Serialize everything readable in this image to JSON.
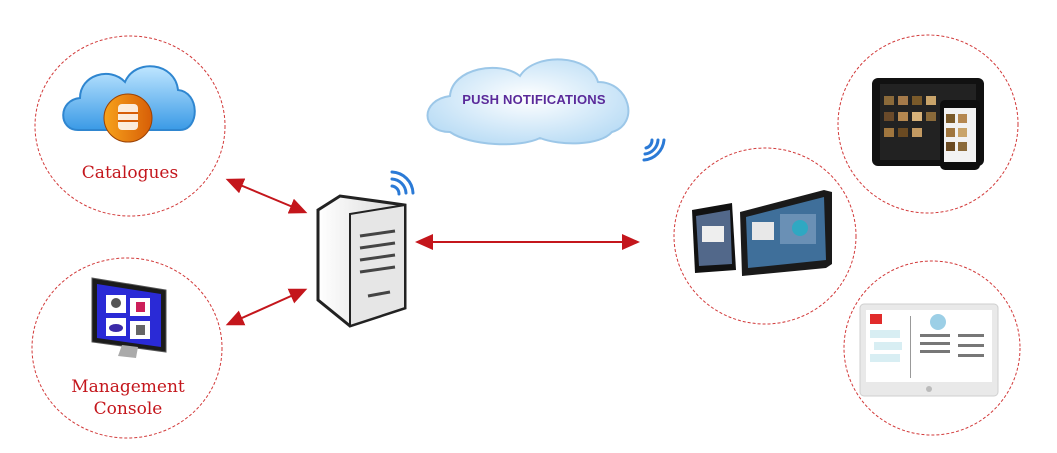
{
  "labels": {
    "catalogues": "Catalogues",
    "management_line1": "Management",
    "management_line2": "Console",
    "push_notifications": "PUSH NOTIFICATIONS"
  },
  "colors": {
    "accent_red": "#c4161c",
    "circle_border": "#d23a3a",
    "cloud_blue": "#cde6f8",
    "push_text": "#5a2a9a",
    "wifi_blue": "#2b7ad6"
  },
  "icons": {
    "catalogues": "cloud-database-icon",
    "management": "monitor-icon",
    "server": "server-icon",
    "devices": [
      "tablets-icon",
      "tablet-phone-icon",
      "touch-monitor-icon"
    ]
  }
}
